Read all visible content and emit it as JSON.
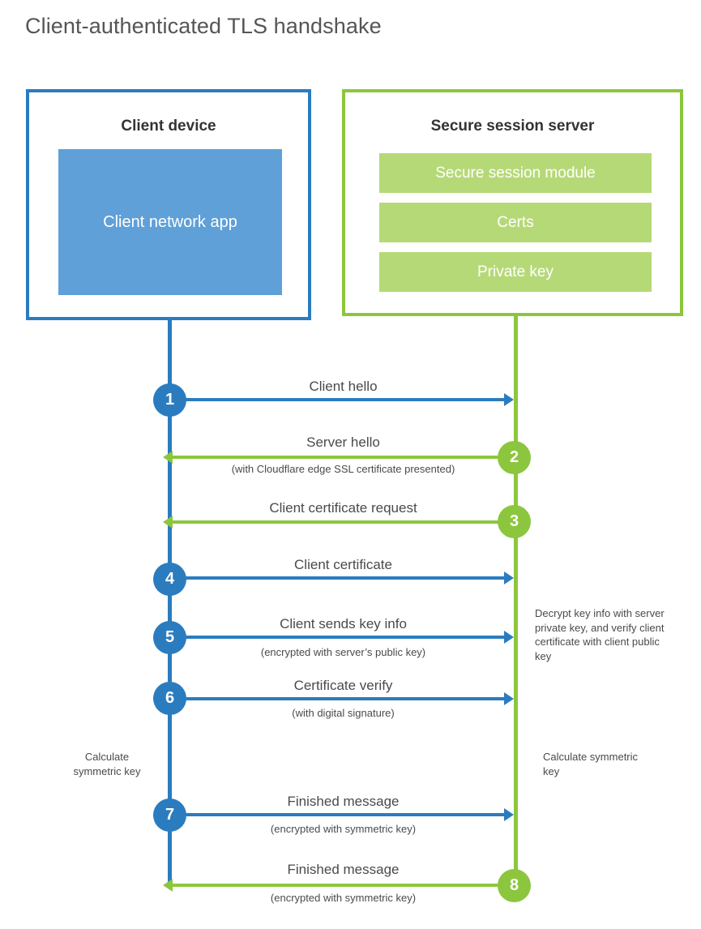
{
  "title": "Client-authenticated TLS handshake",
  "colors": {
    "client_blue": "#2b7cbf",
    "client_app_fill": "#5fa0d8",
    "server_green": "#8cc63e",
    "server_bar_fill": "#b6d977",
    "text": "#4a4a4a"
  },
  "client": {
    "title": "Client device",
    "app_label": "Client network app"
  },
  "server": {
    "title": "Secure session server",
    "bars": [
      {
        "label": "Secure session module"
      },
      {
        "label": "Certs"
      },
      {
        "label": "Private key"
      }
    ]
  },
  "steps": [
    {
      "number": "1",
      "main": "Client hello",
      "sub": "",
      "direction": "right",
      "color": "blue"
    },
    {
      "number": "2",
      "main": "Server hello",
      "sub": "(with Cloudflare edge SSL certificate presented)",
      "direction": "left",
      "color": "green"
    },
    {
      "number": "3",
      "main": "Client certificate request",
      "sub": "",
      "direction": "left",
      "color": "green"
    },
    {
      "number": "4",
      "main": "Client certificate",
      "sub": "",
      "direction": "right",
      "color": "blue"
    },
    {
      "number": "5",
      "main": "Client sends key info",
      "sub": "(encrypted with server’s public key)",
      "direction": "right",
      "color": "blue"
    },
    {
      "number": "6",
      "main": "Certificate verify",
      "sub": "(with digital signature)",
      "direction": "right",
      "color": "blue"
    },
    {
      "number": "7",
      "main": "Finished message",
      "sub": "(encrypted with symmetric key)",
      "direction": "right",
      "color": "blue"
    },
    {
      "number": "8",
      "main": "Finished message",
      "sub": "(encrypted with symmetric key)",
      "direction": "left",
      "color": "green"
    }
  ],
  "notes": {
    "decrypt": "Decrypt key info with server private key, and verify client certificate with client public key",
    "client_calc": "Calculate symmetric key",
    "server_calc": "Calculate symmetric key"
  }
}
